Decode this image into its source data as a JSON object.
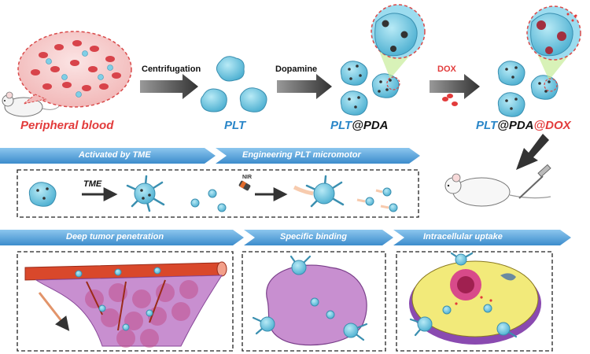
{
  "labels": {
    "peripheral_blood": "Peripheral blood",
    "centrifugation": "Centrifugation",
    "plt": "PLT",
    "dopamine": "Dopamine",
    "plt_pda_a": "PLT",
    "plt_pda_b": "@PDA",
    "dox": "DOX",
    "plt_pda_dox_a": "PLT",
    "plt_pda_dox_b": "@PDA",
    "plt_pda_dox_c": "@DOX",
    "tme": "TME",
    "nir": "NIR"
  },
  "banners": {
    "activated": "Activated by TME",
    "engineering": "Engineering PLT micromotor",
    "deep": "Deep tumor penetration",
    "specific": "Specific binding",
    "uptake": "Intracellular uptake"
  },
  "colors": {
    "red_label": "#e23b3b",
    "blue_label": "#2a86c8",
    "banner_blue": "#5aa6dc",
    "platelet": "#7fcfe6",
    "vessel": "#d9482b",
    "tumor": "#c88fd0",
    "cell_yellow": "#f2ea7a"
  }
}
